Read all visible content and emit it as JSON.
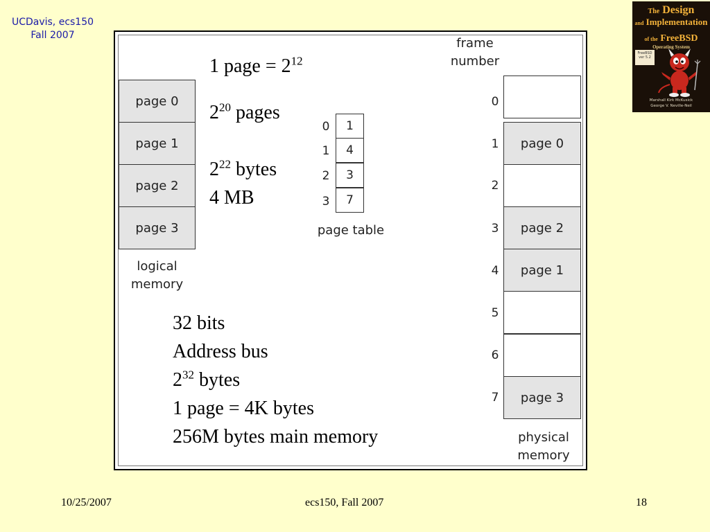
{
  "header": {
    "line1": "UCDavis, ecs150",
    "line2": "Fall 2007"
  },
  "book_cover": {
    "title_word1": "The",
    "title_word2": "Design",
    "title_word3": "and",
    "title_word4": "Implementation",
    "title_word5": "of the",
    "title_word6": "FreeBSD",
    "subtitle": "Operating System",
    "sticker": "FreeBSD ver 5.2",
    "author1": "Marshall Kirk McKusick",
    "author2": "George V. Neville-Neil"
  },
  "figure": {
    "logical_memory": {
      "pages": [
        "page 0",
        "page 1",
        "page 2",
        "page 3"
      ],
      "label_line1": "logical",
      "label_line2": "memory"
    },
    "page_table": {
      "indices": [
        "0",
        "1",
        "2",
        "3"
      ],
      "frames": [
        "1",
        "4",
        "3",
        "7"
      ],
      "label": "page table"
    },
    "physical_memory": {
      "header_line1": "frame",
      "header_line2": "number",
      "frame_numbers": [
        "0",
        "1",
        "2",
        "3",
        "4",
        "5",
        "6",
        "7"
      ],
      "frames": [
        "",
        "page 0",
        "",
        "page 2",
        "page 1",
        "",
        "",
        "page 3"
      ],
      "label_line1": "physical",
      "label_line2": "memory"
    },
    "notes": {
      "page_size_base": "1 page = 2",
      "page_size_exp": "12",
      "pages_base": "2",
      "pages_exp": "20",
      "pages_text": " pages",
      "bytes_base": "2",
      "bytes_exp": "22",
      "bytes_text": " bytes",
      "mb": "4 MB"
    },
    "address_info": {
      "line1": "32 bits",
      "line2": "Address bus",
      "line3_base": "2",
      "line3_exp": "32",
      "line3_text": " bytes",
      "line4": "1 page = 4K bytes",
      "line5": "256M bytes main memory"
    }
  },
  "footer": {
    "date": "10/25/2007",
    "course": "ecs150, Fall 2007",
    "page": "18"
  }
}
